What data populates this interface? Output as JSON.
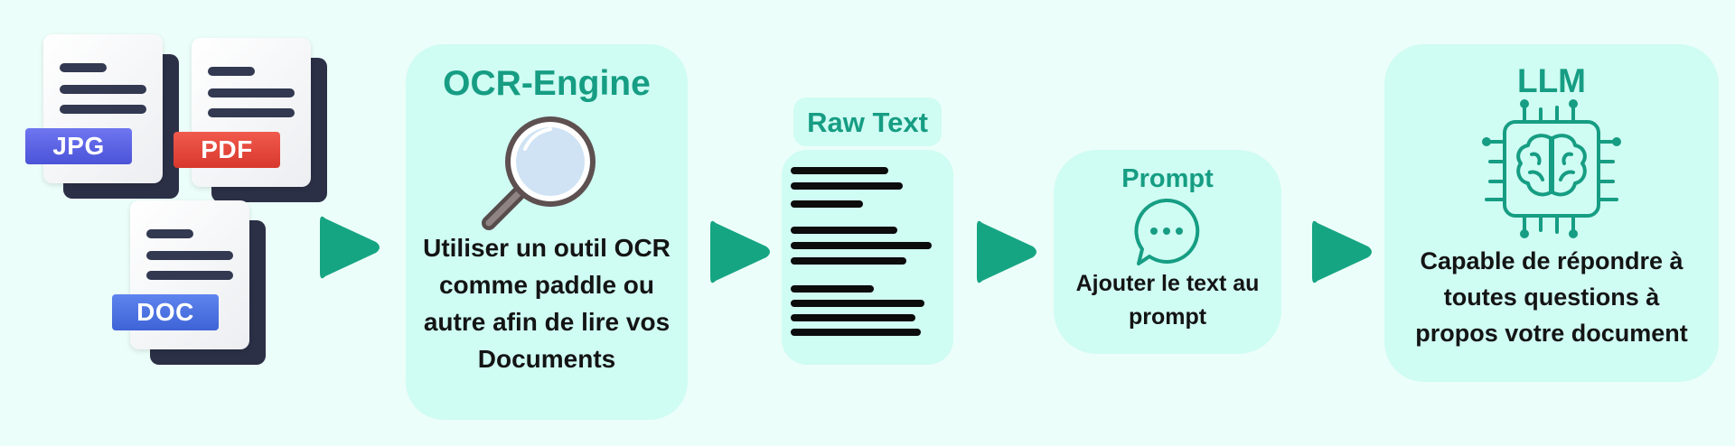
{
  "files": [
    {
      "name": "jpg",
      "label": "JPG",
      "color": "#5b63e6"
    },
    {
      "name": "pdf",
      "label": "PDF",
      "color": "#e64337"
    },
    {
      "name": "doc",
      "label": "DOC",
      "color": "#4d73e4"
    }
  ],
  "ocr": {
    "title": "OCR-Engine",
    "lines": [
      "Utiliser un outil OCR",
      "comme paddle ou",
      "autre afin de lire vos",
      "Documents"
    ]
  },
  "raw_text": {
    "title": "Raw Text"
  },
  "prompt": {
    "title": "Prompt",
    "lines": [
      "Ajouter le text au",
      "prompt"
    ]
  },
  "llm": {
    "title": "LLM",
    "lines": [
      "Capable de répondre à",
      "toutes questions à",
      "propos votre document"
    ]
  },
  "colors": {
    "background": "#ecfef9",
    "card": "#cffcf3",
    "accent": "#169d83",
    "arrow": "#16a583"
  },
  "icons": [
    "magnifier-icon",
    "chat-bubble-icon",
    "brain-chip-icon",
    "play-arrow-icon"
  ]
}
